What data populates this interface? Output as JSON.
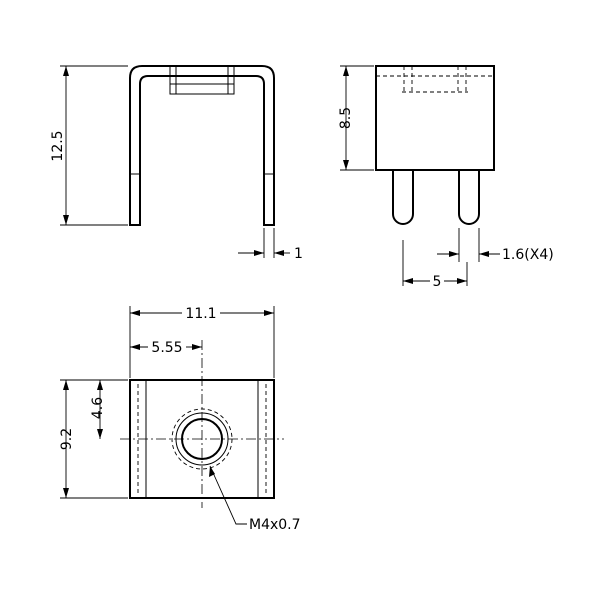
{
  "drawing": {
    "front_view": {
      "height_label": "12.5",
      "thickness_label": "1"
    },
    "side_view": {
      "height_label": "8.5",
      "pin_diameter_label": "1.6(X4)",
      "pin_spacing_label": "5"
    },
    "top_view": {
      "width_label": "11.1",
      "half_width_label": "5.55",
      "height_label": "9.2",
      "half_height_label": "4.6",
      "thread_label": "M4x0.7"
    }
  }
}
